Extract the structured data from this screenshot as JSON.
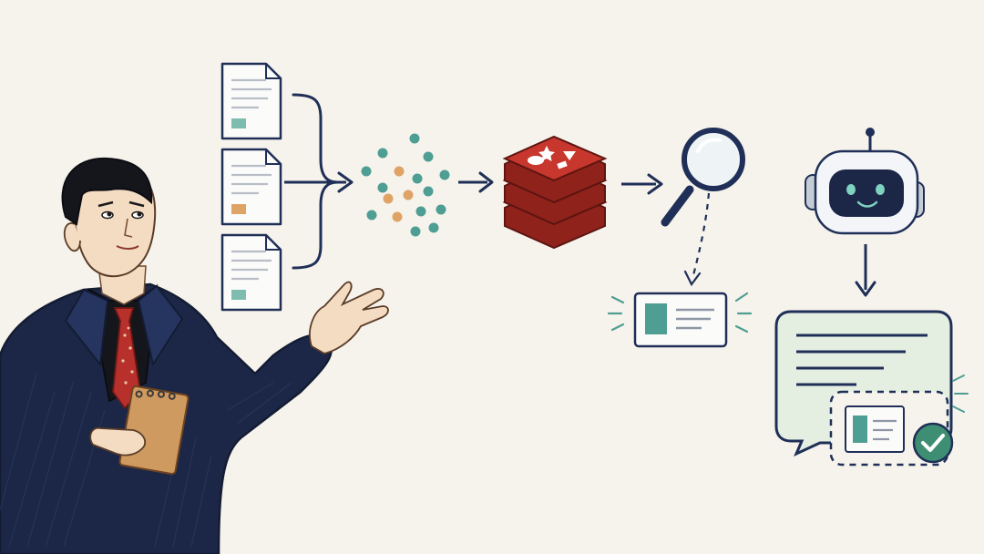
{
  "colors": {
    "background": "#f6f3ec",
    "ink": "#1f2f57",
    "teal": "#4f9e93",
    "teal_light": "#7fbcb0",
    "orange": "#e0a366",
    "redis_red": "#c8372d",
    "redis_dark": "#8f231c",
    "paper": "#fbfbfa",
    "doc_line": "#b9bdc6",
    "bubble_fill": "#e4efe2",
    "check_green": "#3e8e74",
    "suit": "#1c2747",
    "tie": "#b8302b",
    "notebook": "#cf9a5f",
    "skin": "#f3dcc2"
  },
  "icons": [
    "presenter-person",
    "document-icon",
    "curly-bracket",
    "embedding-dots",
    "redis-database-icon",
    "magnifier-icon",
    "result-card-icon",
    "robot-icon",
    "chat-bubble-icon",
    "checkmark-icon"
  ],
  "pipeline": {
    "documents": [
      {
        "swatch_color": "#7fbcb0"
      },
      {
        "swatch_color": "#e0a366"
      },
      {
        "swatch_color": "#7fbcb0"
      }
    ]
  }
}
